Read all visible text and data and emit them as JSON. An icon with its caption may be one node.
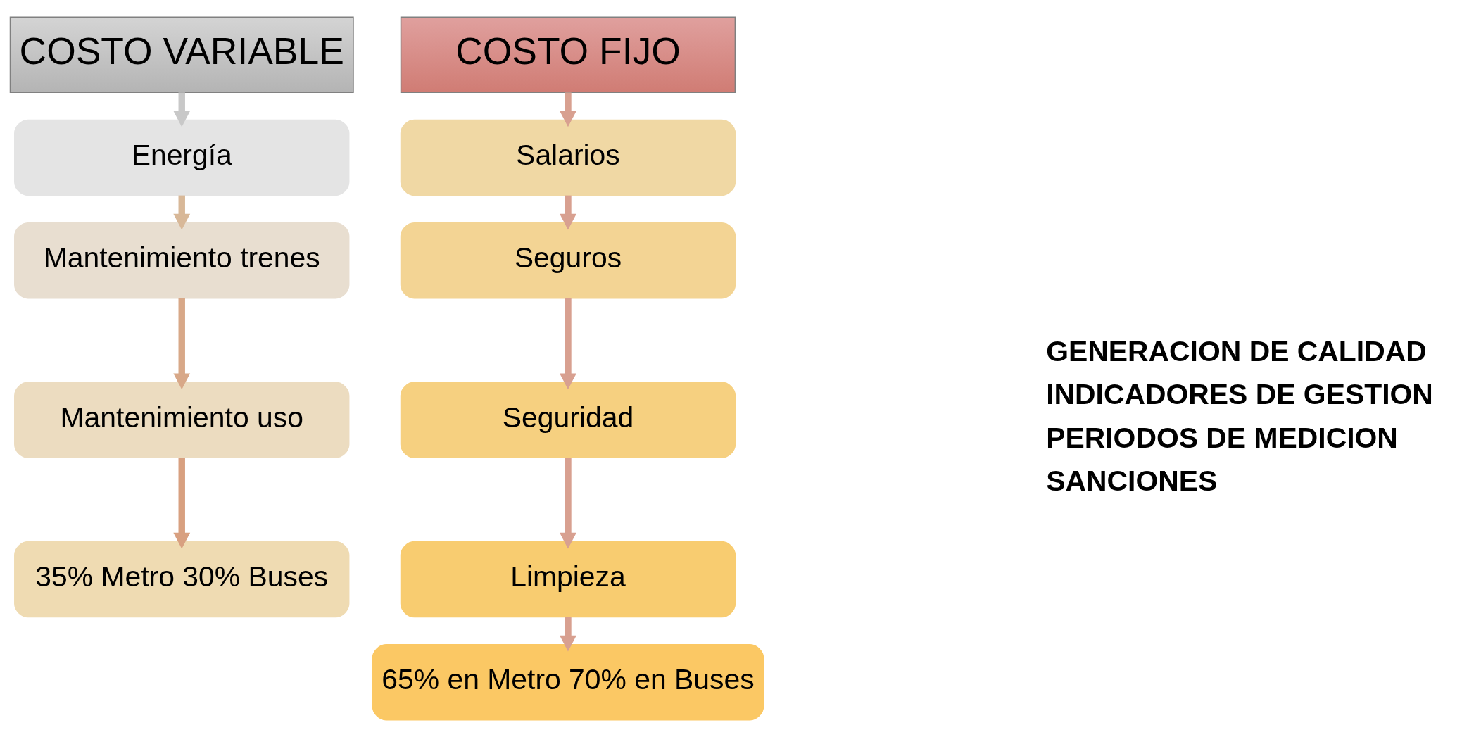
{
  "diagram": {
    "nodes": [
      {
        "text": [
          "COSTO VARIABLE"
        ]
      },
      {
        "text": [
          "Energía"
        ]
      },
      {
        "text": [
          "Mantenimiento trenes"
        ]
      },
      {
        "text": [
          "Mantenimiento uso"
        ]
      },
      {
        "text": [
          "35% Metro 30% Buses"
        ]
      },
      {
        "text": [
          "COSTO FIJO"
        ]
      },
      {
        "text": [
          "Salarios"
        ]
      },
      {
        "text": [
          "Seguros"
        ]
      },
      {
        "text": [
          "Seguridad"
        ]
      },
      {
        "text": [
          "Limpieza"
        ]
      },
      {
        "text": [
          "65% en Metro 70% en Buses"
        ]
      }
    ],
    "edges": [
      {
        "from": 0,
        "to": 1,
        "arrow": "to"
      },
      {
        "from": 1,
        "to": 2,
        "arrow": "to"
      },
      {
        "from": 2,
        "to": 3,
        "arrow": "to"
      },
      {
        "from": 3,
        "to": 4,
        "arrow": "to"
      },
      {
        "from": 5,
        "to": 6,
        "arrow": "to"
      },
      {
        "from": 6,
        "to": 7,
        "arrow": "to"
      },
      {
        "from": 7,
        "to": 8,
        "arrow": "to"
      },
      {
        "from": 8,
        "to": 9,
        "arrow": "to"
      },
      {
        "from": 9,
        "to": 10,
        "arrow": "to"
      }
    ],
    "labels": [
      "GENERACION DE CALIDAD",
      "INDICADORES DE GESTION",
      "PERIODOS DE MEDICION",
      "SANCIONES"
    ]
  }
}
